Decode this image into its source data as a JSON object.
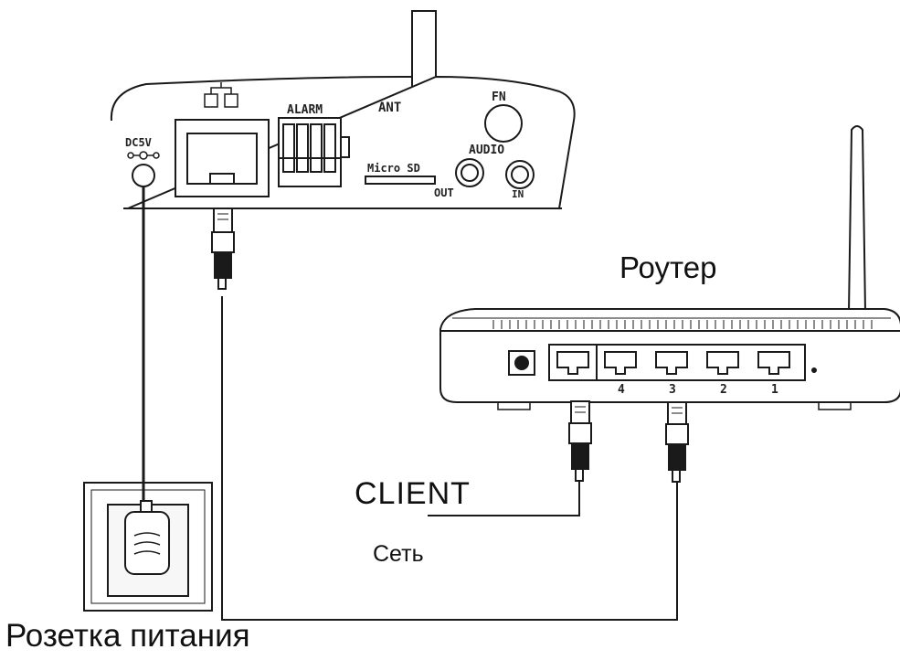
{
  "camera": {
    "antenna_label": "ANT",
    "fn_label": "FN",
    "dc_label": "DC5V",
    "alarm_label": "ALARM",
    "sd_label": "Micro SD",
    "audio_label": "AUDIO",
    "out_label": "OUT",
    "in_label": "IN"
  },
  "router": {
    "title": "Роутер",
    "port_numbers": [
      "4",
      "3",
      "2",
      "1"
    ]
  },
  "labels": {
    "client": "CLIENT",
    "network": "Сеть",
    "power_socket": "Розетка питания"
  },
  "colors": {
    "line": "#1a1a1a",
    "device_fill": "#f2f2f2",
    "background": "#ffffff"
  }
}
